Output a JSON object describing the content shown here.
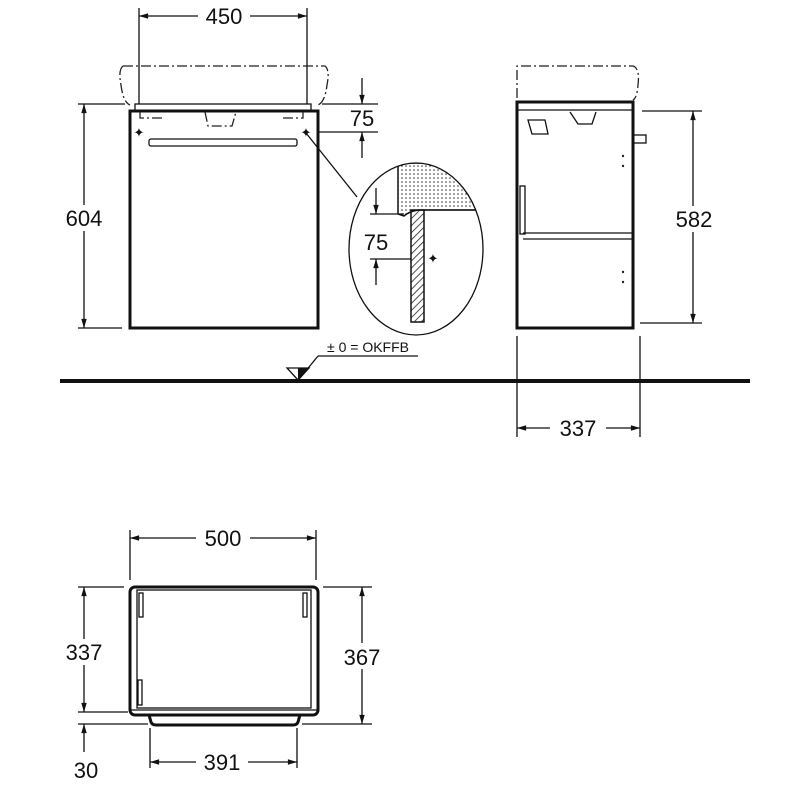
{
  "front_view": {
    "width_dim": "450",
    "height_dim": "604",
    "top_offset_dim": "75"
  },
  "detail_view": {
    "offset_dim": "75"
  },
  "floor_reference": {
    "label": "± 0 = OKFFB"
  },
  "side_view": {
    "height_dim": "582",
    "depth_dim": "337"
  },
  "top_view": {
    "width_dim": "500",
    "depth_dim": "337",
    "total_depth_dim": "367",
    "plinth_depth_dim": "30",
    "plinth_width_dim": "391"
  }
}
